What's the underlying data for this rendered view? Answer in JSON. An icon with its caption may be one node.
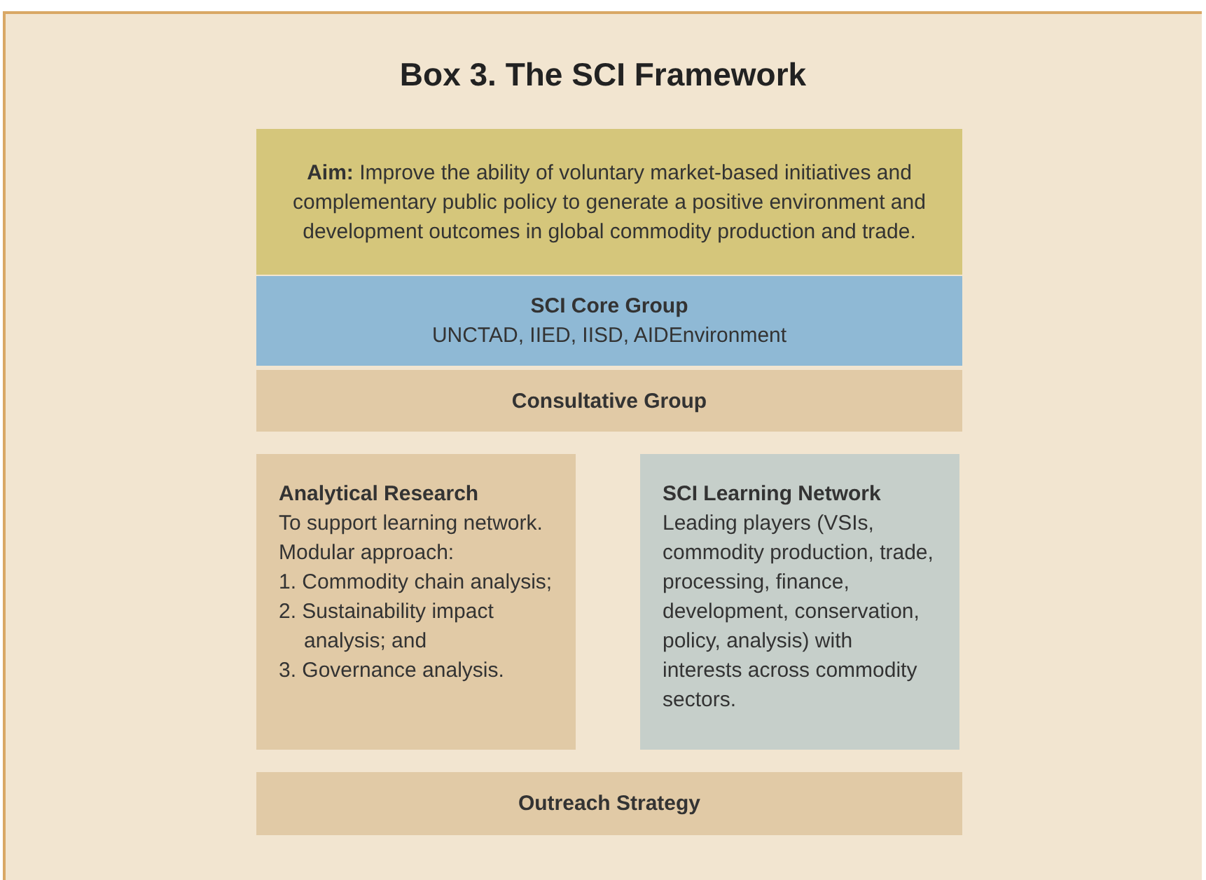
{
  "diagram": {
    "title": "Box 3. The SCI Framework",
    "nodes": [
      {
        "text": [
          "**Aim:** Improve the ability of voluntary market-based initiatives and complementary public policy to generate a positive environment and development outcomes in global commodity production and trade."
        ]
      },
      {
        "text": [
          "SCI Core Group",
          "UNCTAD, IIED, IISD, AIDEnvironment"
        ]
      },
      {
        "text": [
          "Consultative Group"
        ]
      },
      {
        "text": [
          "Analytical Research",
          "To support learning network. Modular approach:",
          "1. Commodity chain analysis;",
          "2. Sustainability impact analysis; and",
          "3. Governance analysis."
        ]
      },
      {
        "text": [
          "SCI Learning Network",
          "Leading players (VSIs, commodity production, trade, processing, finance, development, conservation, policy, analysis) with interests across commodity sectors."
        ]
      },
      {
        "text": [
          "Outreach Strategy"
        ]
      }
    ],
    "edges": []
  }
}
